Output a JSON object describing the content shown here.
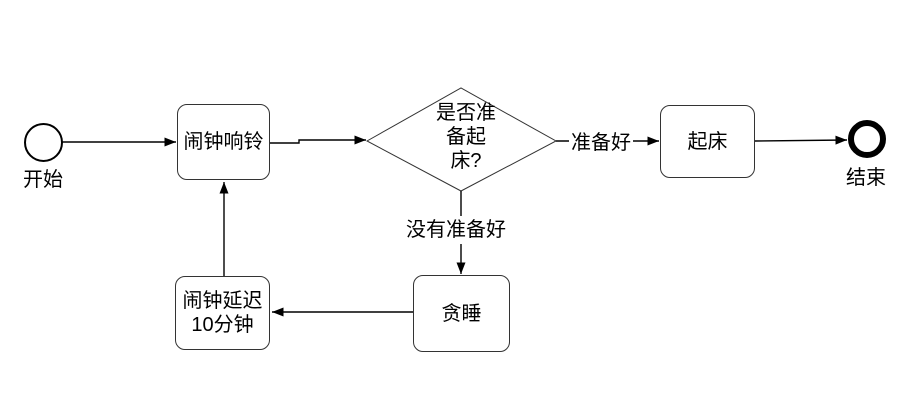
{
  "diagram": {
    "type": "flowchart",
    "background_color": "#ffffff",
    "line_color": "#000000",
    "node_border_color": "#333333",
    "node_fill_color": "#ffffff",
    "nodes": {
      "start": {
        "label": "开始",
        "shape": "circle-thin"
      },
      "alarm_rings": {
        "label": "闹钟响铃",
        "shape": "rounded-rect"
      },
      "decision": {
        "label": "是否准备起床?",
        "line1": "是否准",
        "line2": "备起",
        "line3": "床?",
        "shape": "diamond"
      },
      "get_up": {
        "label": "起床",
        "shape": "rounded-rect"
      },
      "end": {
        "label": "结束",
        "shape": "circle-thick"
      },
      "snooze": {
        "label": "贪睡",
        "shape": "rounded-rect"
      },
      "delay_alarm": {
        "label": "闹钟延迟10分钟",
        "line1": "闹钟延迟",
        "line2": "10分钟",
        "shape": "rounded-rect"
      }
    },
    "edge_labels": {
      "ready": "准备好",
      "not_ready": "没有准备好"
    }
  }
}
